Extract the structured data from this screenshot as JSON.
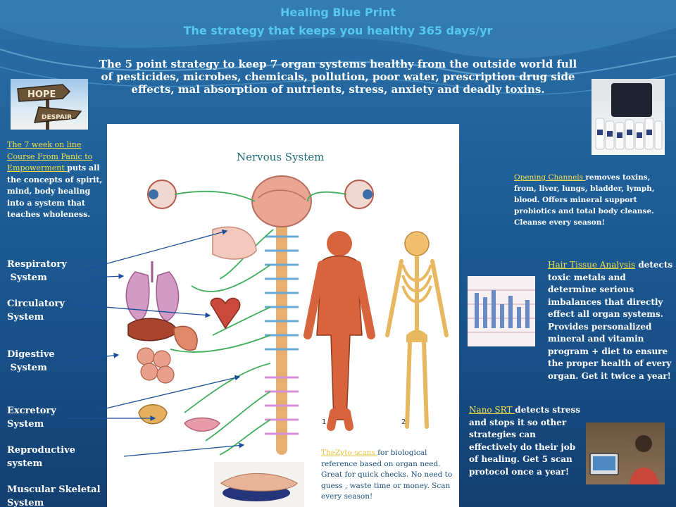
{
  "header": {
    "title": "Healing Blue Print",
    "subtitle": "The strategy that keeps you healthy 365 days/yr",
    "intro": "The 5 point strategy to  keep 7 organ systems healthy from the outside world full of pesticides, microbes, chemicals, pollution, poor water, prescription drug side effects, mal absorption of nutrients, stress, anxiety and deadly toxins."
  },
  "sign": {
    "top": "HOPE",
    "bottom": "DESPAIR"
  },
  "course": {
    "link": "The  7 week on line Course From Panic to Empowerment ",
    "text": "puts all the concepts of spirit, mind, body healing into a system that teaches wholeness."
  },
  "organ_systems": [
    "Respiratory\n System",
    "Circulatory\nSystem",
    "Digestive\n System",
    "Excretory\nSystem",
    "Reproductive\nsystem",
    "Muscular Skeletal\nSystem"
  ],
  "diagram": {
    "title": "Nervous System",
    "figure_numbers": [
      "1",
      "2"
    ]
  },
  "opening_channels": {
    "link": "Opening Channels ",
    "text": "removes  toxins, from, liver, lungs, bladder, lymph, blood. Offers mineral support probiotics and total body cleanse. Cleanse every season!"
  },
  "hair_tissue": {
    "link": "Hair Tissue Analysis",
    "text": "detects toxic metals and determine serious imbalances that directly effect all organ systems. Provides personalized mineral and vitamin program + diet to ensure the proper health of every organ. Get it twice a year!"
  },
  "nano_srt": {
    "link": "Nano SRT ",
    "text": "detects stress and stops it so other strategies can effectively do their job of healing. Get 5 scan protocol once a year!"
  },
  "zyto": {
    "link": "TheZyto scans ",
    "text": "for biological reference based on organ need. Great for quick checks. No need to guess , waste time or money. Scan every season!"
  },
  "colors": {
    "title": "#56c8f0",
    "link": "#f2e14a",
    "background": "#1f5f98",
    "zyto_text": "#1a4f7f"
  }
}
